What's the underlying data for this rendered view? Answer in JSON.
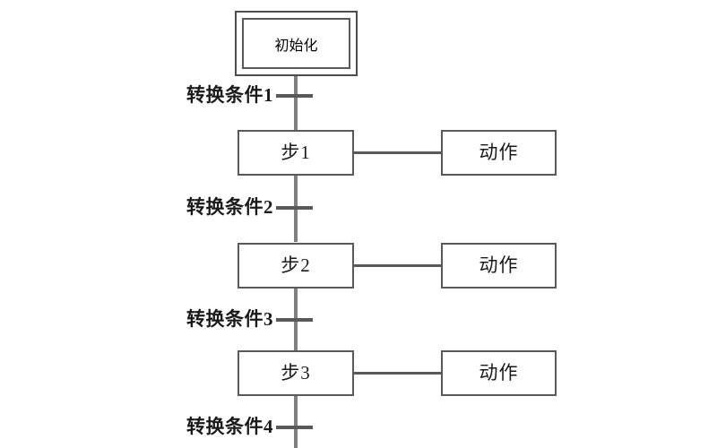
{
  "diagram": {
    "type": "sequential-function-chart",
    "title_text": "",
    "colors": {
      "line": "#808080",
      "tick": "#595959",
      "box_border": "#595959",
      "init_border": "#4d4d4d",
      "text": "#1a1a1a",
      "background": "#ffffff"
    },
    "initial_step": {
      "label": "初始化"
    },
    "transitions": [
      {
        "label": "转换条件1"
      },
      {
        "label": "转换条件2"
      },
      {
        "label": "转换条件3"
      },
      {
        "label": "转换条件4"
      }
    ],
    "steps": [
      {
        "label": "步1",
        "action": "动作"
      },
      {
        "label": "步2",
        "action": "动作"
      },
      {
        "label": "步3",
        "action": "动作"
      }
    ]
  }
}
